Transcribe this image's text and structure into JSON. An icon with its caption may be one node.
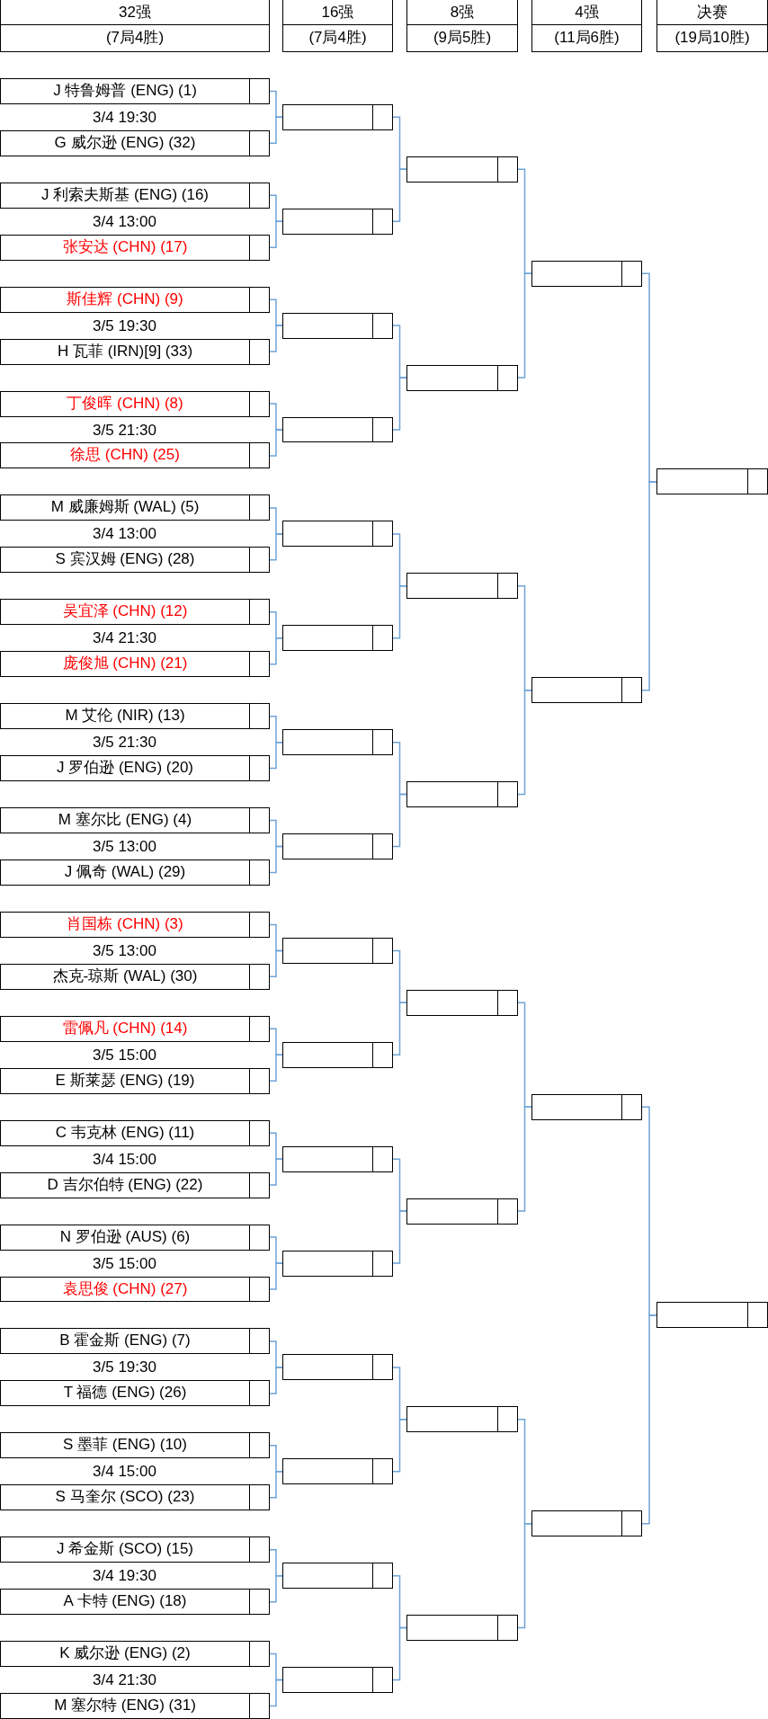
{
  "diagram": {
    "nodes": [
      {
        "text": [
          "32强",
          "(7局4胜)"
        ]
      },
      {
        "text": [
          "16强",
          "(7局4胜)"
        ]
      },
      {
        "text": [
          "8强",
          "(9局5胜)"
        ]
      },
      {
        "text": [
          "4强",
          "(11局6胜)"
        ]
      },
      {
        "text": [
          "决赛",
          "(19局10胜)"
        ]
      },
      {
        "text": [
          "J 特鲁姆普 (ENG) (1)"
        ]
      },
      {
        "text": [
          "G 威尔逊 (ENG) (32)"
        ]
      },
      {
        "text": [
          "J 利索夫斯基 (ENG) (16)"
        ]
      },
      {
        "text": [
          "张安达 (CHN) (17)"
        ]
      },
      {
        "text": [
          "斯佳辉 (CHN) (9)"
        ]
      },
      {
        "text": [
          "H 瓦菲 (IRN)[9] (33)"
        ]
      },
      {
        "text": [
          "丁俊晖 (CHN) (8)"
        ]
      },
      {
        "text": [
          "徐思 (CHN) (25)"
        ]
      },
      {
        "text": [
          "M 威廉姆斯 (WAL) (5)"
        ]
      },
      {
        "text": [
          "S 宾汉姆 (ENG) (28)"
        ]
      },
      {
        "text": [
          "吴宜泽 (CHN) (12)"
        ]
      },
      {
        "text": [
          "庞俊旭 (CHN) (21)"
        ]
      },
      {
        "text": [
          "M 艾伦 (NIR) (13)"
        ]
      },
      {
        "text": [
          "J 罗伯逊 (ENG) (20)"
        ]
      },
      {
        "text": [
          "M 塞尔比 (ENG) (4)"
        ]
      },
      {
        "text": [
          "J 佩奇 (WAL) (29)"
        ]
      },
      {
        "text": [
          "肖国栋 (CHN) (3)"
        ]
      },
      {
        "text": [
          "杰克-琼斯 (WAL) (30)"
        ]
      },
      {
        "text": [
          "雷佩凡 (CHN) (14)"
        ]
      },
      {
        "text": [
          "E 斯莱瑟 (ENG) (19)"
        ]
      },
      {
        "text": [
          "C 韦克林 (ENG) (11)"
        ]
      },
      {
        "text": [
          "D 吉尔伯特 (ENG) (22)"
        ]
      },
      {
        "text": [
          "N 罗伯逊 (AUS) (6)"
        ]
      },
      {
        "text": [
          "袁思俊 (CHN) (27)"
        ]
      },
      {
        "text": [
          "B 霍金斯 (ENG) (7)"
        ]
      },
      {
        "text": [
          "T 福德 (ENG) (26)"
        ]
      },
      {
        "text": [
          "S 墨菲 (ENG) (10)"
        ]
      },
      {
        "text": [
          "S 马奎尔 (SCO) (23)"
        ]
      },
      {
        "text": [
          "J 希金斯 (SCO) (15)"
        ]
      },
      {
        "text": [
          "A 卡特 (ENG) (18)"
        ]
      },
      {
        "text": [
          "K 威尔逊 (ENG) (2)"
        ]
      },
      {
        "text": [
          "M 塞尔特 (ENG) (31)"
        ]
      },
      {
        "text": [],
        "shape": "box"
      },
      {
        "text": [],
        "shape": "box"
      },
      {
        "text": [],
        "shape": "box"
      },
      {
        "text": [],
        "shape": "box"
      },
      {
        "text": [],
        "shape": "box"
      },
      {
        "text": [],
        "shape": "box"
      },
      {
        "text": [],
        "shape": "box"
      },
      {
        "text": [],
        "shape": "box"
      },
      {
        "text": [],
        "shape": "box"
      },
      {
        "text": [],
        "shape": "box"
      },
      {
        "text": [],
        "shape": "box"
      },
      {
        "text": [],
        "shape": "box"
      },
      {
        "text": [],
        "shape": "box"
      },
      {
        "text": [],
        "shape": "box"
      },
      {
        "text": [],
        "shape": "box"
      },
      {
        "text": [],
        "shape": "box"
      },
      {
        "text": [],
        "shape": "box"
      },
      {
        "text": [],
        "shape": "box"
      },
      {
        "text": [],
        "shape": "box"
      },
      {
        "text": [],
        "shape": "box"
      },
      {
        "text": [],
        "shape": "box"
      },
      {
        "text": [],
        "shape": "box"
      },
      {
        "text": [],
        "shape": "box"
      },
      {
        "text": [],
        "shape": "box"
      },
      {
        "text": [],
        "shape": "box"
      },
      {
        "text": [],
        "shape": "box"
      },
      {
        "text": [],
        "shape": "box"
      },
      {
        "text": [],
        "shape": "box"
      },
      {
        "text": [],
        "shape": "box"
      },
      {
        "text": [],
        "shape": "box"
      }
    ],
    "edges": [
      {
        "from": 5,
        "to": 37,
        "arrow": "none"
      },
      {
        "from": 6,
        "to": 37,
        "arrow": "none"
      },
      {
        "from": 7,
        "to": 38,
        "arrow": "none"
      },
      {
        "from": 8,
        "to": 38,
        "arrow": "none"
      },
      {
        "from": 9,
        "to": 39,
        "arrow": "none"
      },
      {
        "from": 10,
        "to": 39,
        "arrow": "none"
      },
      {
        "from": 11,
        "to": 40,
        "arrow": "none"
      },
      {
        "from": 12,
        "to": 40,
        "arrow": "none"
      },
      {
        "from": 13,
        "to": 41,
        "arrow": "none"
      },
      {
        "from": 14,
        "to": 41,
        "arrow": "none"
      },
      {
        "from": 15,
        "to": 42,
        "arrow": "none"
      },
      {
        "from": 16,
        "to": 42,
        "arrow": "none"
      },
      {
        "from": 17,
        "to": 43,
        "arrow": "none"
      },
      {
        "from": 18,
        "to": 43,
        "arrow": "none"
      },
      {
        "from": 19,
        "to": 44,
        "arrow": "none"
      },
      {
        "from": 20,
        "to": 44,
        "arrow": "none"
      },
      {
        "from": 21,
        "to": 45,
        "arrow": "none"
      },
      {
        "from": 22,
        "to": 45,
        "arrow": "none"
      },
      {
        "from": 23,
        "to": 46,
        "arrow": "none"
      },
      {
        "from": 24,
        "to": 46,
        "arrow": "none"
      },
      {
        "from": 25,
        "to": 47,
        "arrow": "none"
      },
      {
        "from": 26,
        "to": 47,
        "arrow": "none"
      },
      {
        "from": 27,
        "to": 48,
        "arrow": "none"
      },
      {
        "from": 28,
        "to": 48,
        "arrow": "none"
      },
      {
        "from": 29,
        "to": 49,
        "arrow": "none"
      },
      {
        "from": 30,
        "to": 49,
        "arrow": "none"
      },
      {
        "from": 31,
        "to": 50,
        "arrow": "none"
      },
      {
        "from": 32,
        "to": 50,
        "arrow": "none"
      },
      {
        "from": 33,
        "to": 51,
        "arrow": "none"
      },
      {
        "from": 34,
        "to": 51,
        "arrow": "none"
      },
      {
        "from": 35,
        "to": 52,
        "arrow": "none"
      },
      {
        "from": 36,
        "to": 52,
        "arrow": "none"
      },
      {
        "from": 37,
        "to": 53,
        "arrow": "none"
      },
      {
        "from": 38,
        "to": 53,
        "arrow": "none"
      },
      {
        "from": 39,
        "to": 54,
        "arrow": "none"
      },
      {
        "from": 40,
        "to": 54,
        "arrow": "none"
      },
      {
        "from": 41,
        "to": 55,
        "arrow": "none"
      },
      {
        "from": 42,
        "to": 55,
        "arrow": "none"
      },
      {
        "from": 43,
        "to": 56,
        "arrow": "none"
      },
      {
        "from": 44,
        "to": 56,
        "arrow": "none"
      },
      {
        "from": 45,
        "to": 57,
        "arrow": "none"
      },
      {
        "from": 46,
        "to": 57,
        "arrow": "none"
      },
      {
        "from": 47,
        "to": 58,
        "arrow": "none"
      },
      {
        "from": 48,
        "to": 58,
        "arrow": "none"
      },
      {
        "from": 49,
        "to": 59,
        "arrow": "none"
      },
      {
        "from": 50,
        "to": 59,
        "arrow": "none"
      },
      {
        "from": 51,
        "to": 60,
        "arrow": "none"
      },
      {
        "from": 52,
        "to": 60,
        "arrow": "none"
      },
      {
        "from": 53,
        "to": 61,
        "arrow": "none"
      },
      {
        "from": 54,
        "to": 61,
        "arrow": "none"
      },
      {
        "from": 55,
        "to": 62,
        "arrow": "none"
      },
      {
        "from": 56,
        "to": 62,
        "arrow": "none"
      },
      {
        "from": 57,
        "to": 63,
        "arrow": "none"
      },
      {
        "from": 58,
        "to": 63,
        "arrow": "none"
      },
      {
        "from": 59,
        "to": 64,
        "arrow": "none"
      },
      {
        "from": 60,
        "to": 64,
        "arrow": "none"
      },
      {
        "from": 61,
        "to": 65,
        "arrow": "none"
      },
      {
        "from": 62,
        "to": 65,
        "arrow": "none"
      },
      {
        "from": 63,
        "to": 66,
        "arrow": "none"
      },
      {
        "from": 64,
        "to": 66,
        "arrow": "none"
      }
    ],
    "labels": [
      "3/4 19:30",
      "3/4 13:00",
      "3/5 19:30",
      "3/5 21:30",
      "3/4 13:00",
      "3/4 21:30",
      "3/5 21:30",
      "3/5 13:00",
      "3/5 13:00",
      "3/5 15:00",
      "3/4 15:00",
      "3/5 15:00",
      "3/5 19:30",
      "3/4 15:00",
      "3/4 19:30",
      "3/4 21:30"
    ]
  }
}
